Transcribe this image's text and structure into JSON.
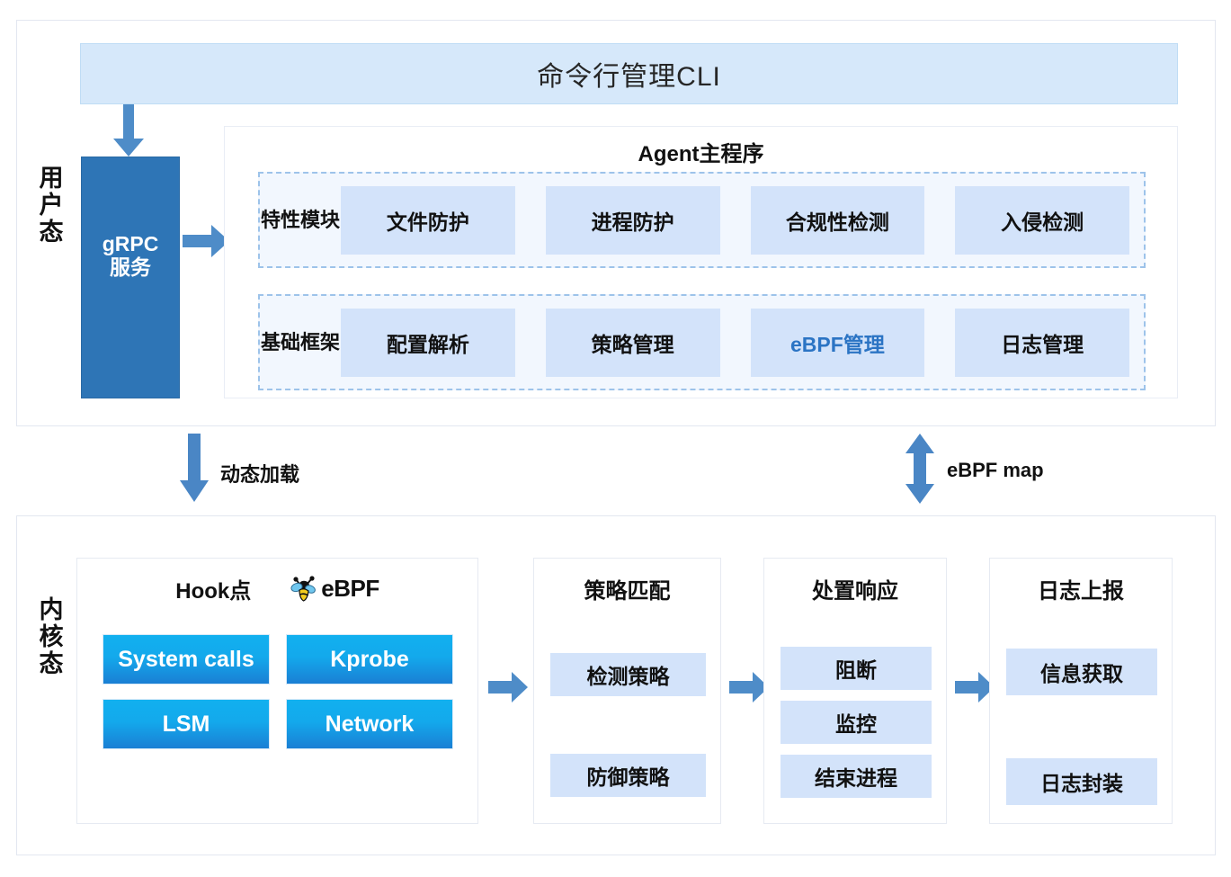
{
  "colors": {
    "accent_blue": "#2e75b6",
    "arrow_blue": "#4e8cc8",
    "light_blue_cell": "#d3e3fa",
    "cli_bar": "#d6e8fa",
    "dashed_border": "#9dc3ea",
    "hook_gradient_top": "#12b0ef",
    "hook_gradient_bottom": "#1a7fd4",
    "module_accent_text": "#2b74c4"
  },
  "user_mode": {
    "side_label": "用户态",
    "cli": {
      "title": "命令行管理CLI"
    },
    "grpc": {
      "line1": "gRPC",
      "line2": "服务"
    },
    "agent": {
      "title": "Agent主程序",
      "groups": [
        {
          "label": "特性模块",
          "cells": [
            {
              "label": "文件防护",
              "accent": false
            },
            {
              "label": "进程防护",
              "accent": false
            },
            {
              "label": "合规性检测",
              "accent": false
            },
            {
              "label": "入侵检测",
              "accent": false
            }
          ]
        },
        {
          "label": "基础框架",
          "cells": [
            {
              "label": "配置解析",
              "accent": false
            },
            {
              "label": "策略管理",
              "accent": false
            },
            {
              "label": "eBPF管理",
              "accent": true
            },
            {
              "label": "日志管理",
              "accent": false
            }
          ]
        }
      ]
    }
  },
  "connectors": {
    "dynamic_load": {
      "label": "动态加载",
      "direction": "down"
    },
    "ebpf_map": {
      "label": "eBPF map",
      "direction": "both"
    }
  },
  "kernel_mode": {
    "side_label": "内核态",
    "columns": [
      {
        "title": "Hook点",
        "logo_text": "eBPF",
        "items": [
          "System calls",
          "Kprobe",
          "LSM",
          "Network"
        ]
      },
      {
        "title": "策略匹配",
        "items": [
          "检测策略",
          "防御策略"
        ]
      },
      {
        "title": "处置响应",
        "items": [
          "阻断",
          "监控",
          "结束进程"
        ]
      },
      {
        "title": "日志上报",
        "items": [
          "信息获取",
          "日志封装"
        ]
      }
    ]
  },
  "icons": {
    "bee": "ebpf-bee-icon",
    "arrow_down": "arrow-down-icon",
    "arrow_right": "arrow-right-icon",
    "arrow_updown": "arrow-up-down-icon"
  }
}
